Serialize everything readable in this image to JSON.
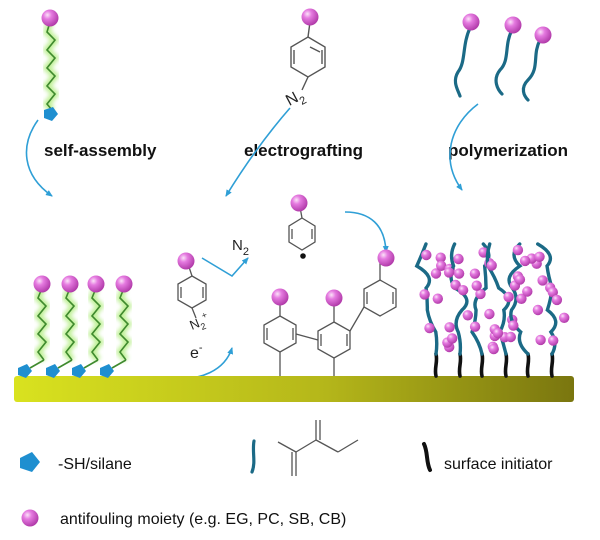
{
  "methods": {
    "self_assembly": "self-assembly",
    "electrografting": "electrografting",
    "polymerization": "polymerization"
  },
  "chemistry": {
    "diazo_top": "N",
    "diazo_top_sub": "2",
    "n2_gas": "N",
    "n2_gas_sub": "2",
    "diazonium": "N",
    "diazonium_sub": "2",
    "diazonium_charge": "+",
    "electron": "e",
    "electron_charge": "-"
  },
  "legend": {
    "anchor_label": "-SH/silane",
    "initiator_label": "surface initiator",
    "moiety_label": "antifouling moiety (e.g. EG, PC, SB, CB)"
  },
  "colors": {
    "sphere": "#d84fd0",
    "sphere_highlight": "#f6c6f2",
    "chain_green": "#4f9a3a",
    "glow_green": "#b8ee8a",
    "polymer_blue": "#1b6a86",
    "anchor_blue": "#1f8fd0",
    "arrow_blue": "#2f9fd6",
    "surface_left": "#d7df1f",
    "surface_right": "#7d7a0f",
    "initiator_black": "#111111",
    "bond_gray": "#555555"
  }
}
